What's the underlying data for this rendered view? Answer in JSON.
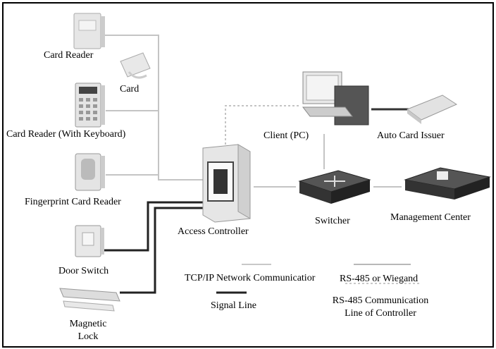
{
  "labels": {
    "card_reader": "Card Reader",
    "card": "Card",
    "card_reader_kb": "Card Reader (With Keyboard)",
    "fingerprint": "Fingerprint Card Reader",
    "door_switch": "Door Switch",
    "magnetic_lock_1": "Magnetic",
    "magnetic_lock_2": "Lock",
    "access_controller": "Access Controller",
    "client_pc": "Client (PC)",
    "auto_card_issuer": "Auto Card Issuer",
    "switcher": "Switcher",
    "management_center": "Management Center"
  },
  "legend": {
    "tcpip": "TCP/IP Network Communicatior",
    "signal": "Signal Line",
    "rs485_wiegand": "RS-485 or Wiegand",
    "rs485_comm_1": "RS-485 Communication",
    "rs485_comm_2": "Line of Controller"
  },
  "colors": {
    "tcpip_line": "#c8c8c8",
    "signal_line": "#222222",
    "rs485_line": "#b8b8b8",
    "dotted_line": "#c8c8c8"
  }
}
